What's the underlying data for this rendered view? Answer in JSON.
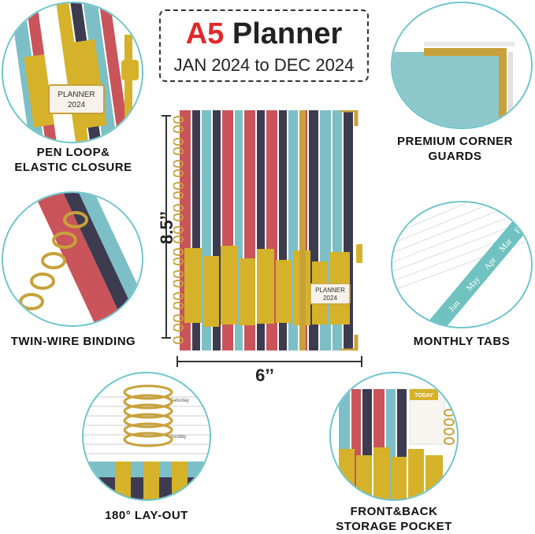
{
  "title": {
    "prefix": "A5",
    "main": "Planner",
    "subtitle": "JAN 2024 to DEC 2024"
  },
  "features": {
    "pen_loop_line1": "PEN LOOP&",
    "pen_loop_line2": "ELASTIC CLOSURE",
    "corner_guards": "PREMIUM CORNER GUARDS",
    "binding": "TWIN-WIRE BINDING",
    "tabs": "MONTHLY TABS",
    "layout": "180° LAY-OUT",
    "pocket_line1": "FRONT&BACK",
    "pocket_line2": "STORAGE POCKET"
  },
  "dimensions": {
    "height": "8.5’’",
    "width": "6’’"
  },
  "cover": {
    "label_line1": "PLANNER",
    "label_line2": "2024"
  },
  "tabs_months": [
    "Feb",
    "Mar",
    "Apr",
    "May",
    "Jun"
  ],
  "layout_days": [
    "Saturday",
    "Sunday"
  ],
  "pocket_badge": "TODAY",
  "colors": {
    "accent_red": "#e0282b",
    "circle_border": "#6cc4cc",
    "stripe_teal": "#7dbfc6",
    "stripe_red": "#c9545a",
    "stripe_navy": "#3d3b50",
    "stripe_mustard": "#d5b22a",
    "gold": "#c8a13a"
  }
}
